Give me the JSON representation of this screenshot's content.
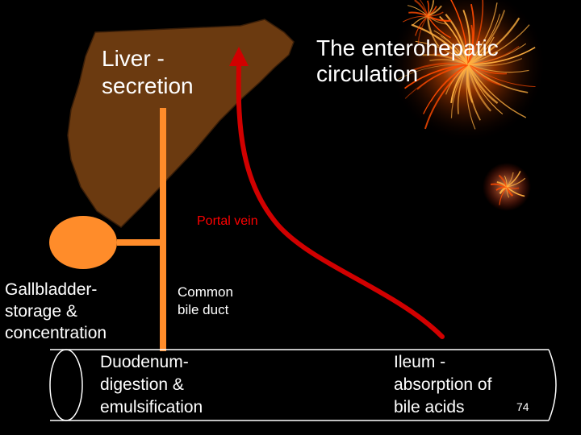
{
  "title": "The enterohepatic\ncirculation",
  "liver": {
    "label": "Liver -\nsecretion"
  },
  "portal_vein": {
    "label": "Portal vein"
  },
  "common_bile_duct": {
    "label": "Common\nbile duct"
  },
  "gallbladder": {
    "label": "Gallbladder-\nstorage &\nconcentration"
  },
  "duodenum": {
    "label": "Duodenum-\ndigestion &\nemulsification"
  },
  "ileum": {
    "label": "Ileum -\nabsorption of\nbile acids"
  },
  "page_number": "74",
  "colors": {
    "background": "#000000",
    "liver": "#6b3a10",
    "bile_duct": "#ff8c2a",
    "portal_vein": "#d10000",
    "text": "#ffffff",
    "portal_label": "#ff0000",
    "intestine_outline": "#ffffff"
  },
  "decorations": [
    "fireworks-image"
  ]
}
